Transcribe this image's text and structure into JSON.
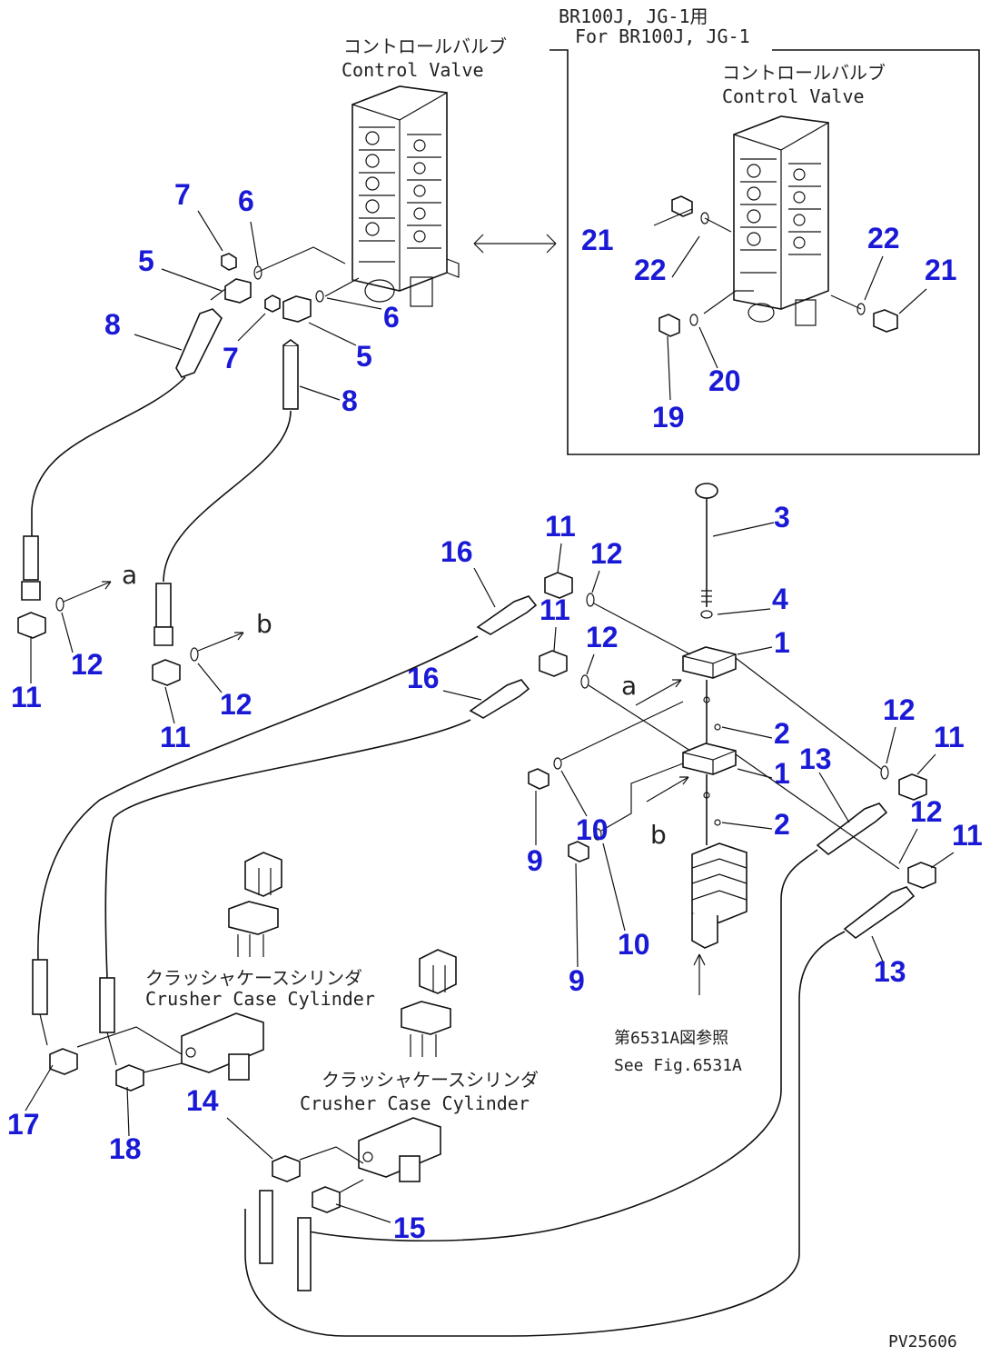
{
  "captions": {
    "inset_jp": "BR100J, JG-1用",
    "inset_en": "For BR100J, JG-1",
    "cv_main_jp": "コントロールバルブ",
    "cv_main_en": "Control Valve",
    "cv_inset_jp": "コントロールバルブ",
    "cv_inset_en": "Control Valve",
    "crusher1_jp": "クラッシャケースシリンダ",
    "crusher1_en": "Crusher Case Cylinder",
    "crusher2_jp": "クラッシャケースシリンダ",
    "crusher2_en": "Crusher Case Cylinder",
    "ref_jp": "第6531A図参照",
    "ref_en": "See Fig.6531A",
    "figure_id": "PV25606"
  },
  "letters": {
    "a1": "a",
    "b1": "b",
    "a2": "a",
    "b2": "b"
  },
  "callouts": {
    "c7a": "7",
    "c6a": "6",
    "c5a": "5",
    "c8a": "8",
    "c7b": "7",
    "c5b": "5",
    "c6b": "6",
    "c8b": "8",
    "c21a": "21",
    "c22a": "22",
    "c22b": "22",
    "c21b": "21",
    "c20": "20",
    "c19": "19",
    "c3": "3",
    "c4": "4",
    "c1a": "1",
    "c1b": "1",
    "c2a": "2",
    "c2b": "2",
    "c11a": "11",
    "c12a": "12",
    "c11b": "11",
    "c12b": "12",
    "c16a": "16",
    "c16b": "16",
    "c11c": "11",
    "c12c": "12",
    "c11d": "11",
    "c12d": "12",
    "c12e": "12",
    "c11e": "11",
    "c13a": "13",
    "c12f": "12",
    "c11f": "11",
    "c13b": "13",
    "c9a": "9",
    "c10a": "10",
    "c9b": "9",
    "c10b": "10",
    "c17": "17",
    "c18": "18",
    "c14": "14",
    "c15": "15"
  }
}
